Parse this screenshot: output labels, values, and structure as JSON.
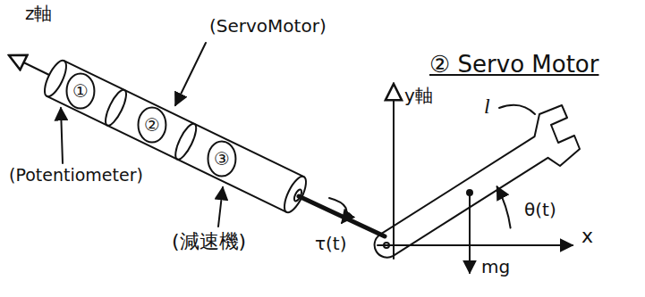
{
  "diagram": {
    "title": "② Servo Motor",
    "nodes": [
      {
        "text": [
          "①"
        ]
      },
      {
        "text": [
          "②"
        ]
      },
      {
        "text": [
          "③"
        ]
      }
    ],
    "labels": [
      "z軸",
      "(ServoMotor)",
      "(Potentiometer)",
      "(減速機)",
      "τ(t)",
      "y軸",
      "l",
      "θ(t)",
      "x",
      "mg"
    ]
  }
}
